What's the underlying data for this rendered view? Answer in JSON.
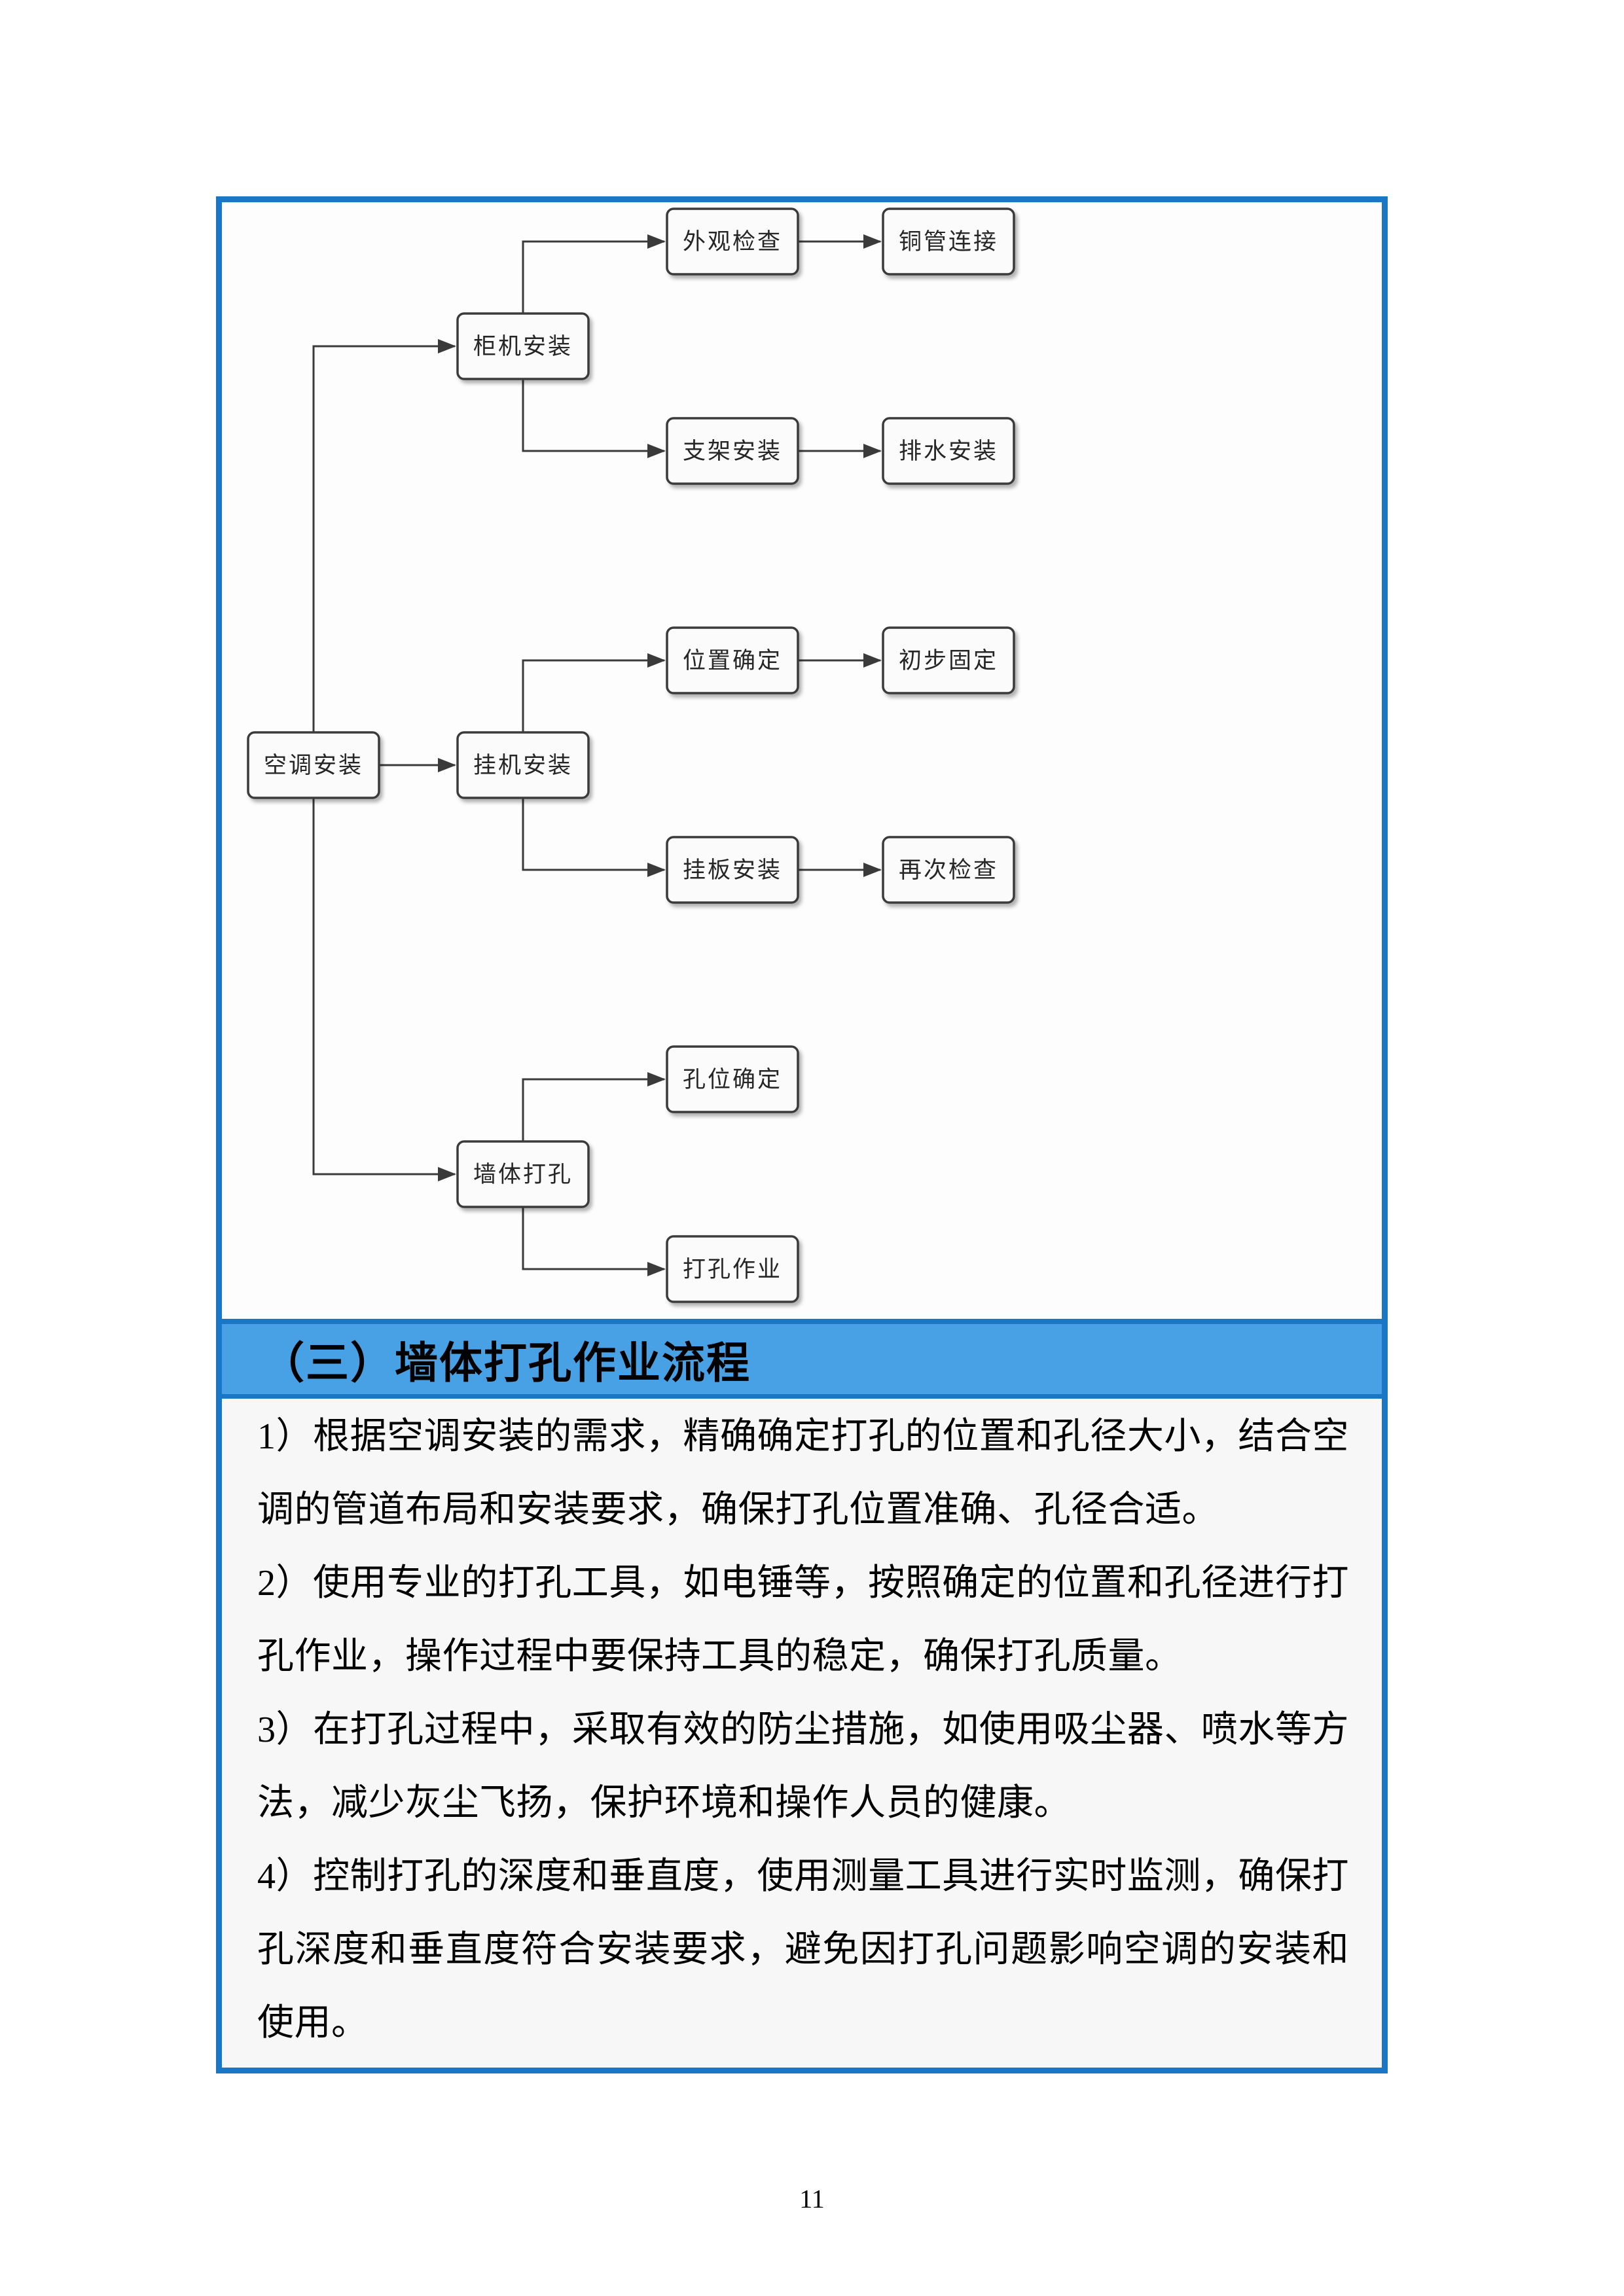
{
  "colors": {
    "border_blue": "#1977c5",
    "header_fill": "#48a1e4",
    "text_bg": "#f7f7f7",
    "flow_bg": "#fdfdfd",
    "node_fill": "#fbfbfb",
    "node_stroke": "#3a3a3a",
    "edge_color": "#3a3a3a",
    "text_color": "#000000"
  },
  "flow": {
    "nodes": {
      "root": "空调安装",
      "cabinet": "柜机安装",
      "wall_unit": "挂机安装",
      "wall_drill": "墙体打孔",
      "appearance_check": "外观检查",
      "copper_pipe": "铜管连接",
      "bracket_install": "支架安装",
      "drain_install": "排水安装",
      "position_confirm": "位置确定",
      "initial_fix": "初步固定",
      "plate_install": "挂板安装",
      "recheck": "再次检查",
      "hole_position": "孔位确定",
      "drilling": "打孔作业"
    }
  },
  "section": {
    "header": "（三）墙体打孔作业流程",
    "paragraphs": [
      "1）根据空调安装的需求，精确确定打孔的位置和孔径大小，结合空调的管道布局和安装要求，确保打孔位置准确、孔径合适。",
      "2）使用专业的打孔工具，如电锤等，按照确定的位置和孔径进行打孔作业，操作过程中要保持工具的稳定，确保打孔质量。",
      "3）在打孔过程中，采取有效的防尘措施，如使用吸尘器、喷水等方法，减少灰尘飞扬，保护环境和操作人员的健康。",
      "4）控制打孔的深度和垂直度，使用测量工具进行实时监测，确保打孔深度和垂直度符合安装要求，避免因打孔问题影响空调的安装和使用。"
    ]
  },
  "page": {
    "number": "11"
  }
}
